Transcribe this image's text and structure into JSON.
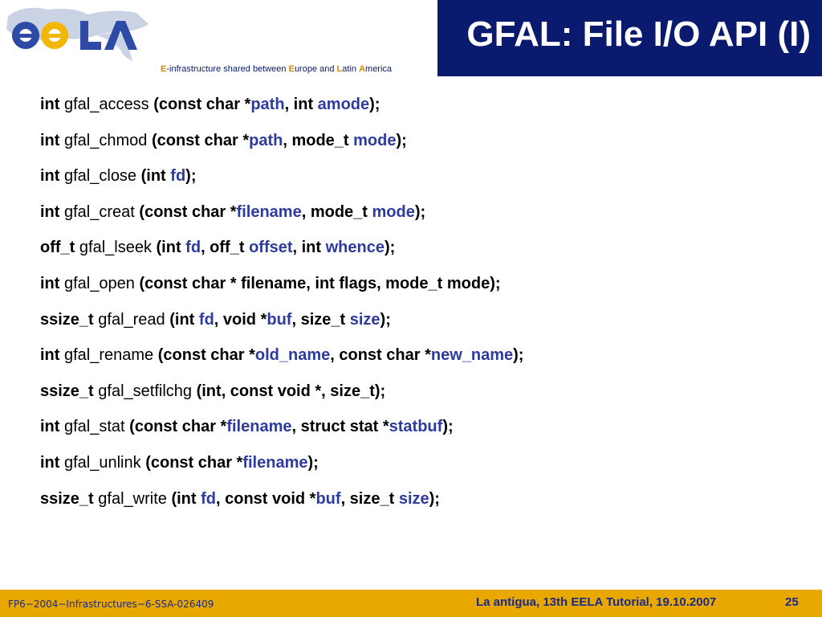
{
  "header": {
    "title": "GFAL: File I/O API (I)",
    "tagline": {
      "e1": "E",
      "t1": "-infrastructure shared between ",
      "e2": "E",
      "t2": "urope and ",
      "l1": "L",
      "t3": "atin ",
      "a1": "A",
      "t4": "merica"
    },
    "logo_text": "ee la"
  },
  "lines": [
    {
      "ret": "int",
      "fn": "gfal_access",
      "sig": [
        [
          "(const char *",
          0
        ],
        [
          "path",
          1
        ],
        [
          ", int ",
          0
        ],
        [
          "amode",
          1
        ],
        [
          ");",
          0
        ]
      ]
    },
    {
      "ret": "int",
      "fn": "gfal_chmod",
      "sig": [
        [
          "(const char *",
          0
        ],
        [
          "path",
          1
        ],
        [
          ", mode_t ",
          0
        ],
        [
          "mode",
          1
        ],
        [
          ");",
          0
        ]
      ]
    },
    {
      "ret": "int",
      "fn": "gfal_close",
      "sig": [
        [
          "(int ",
          0
        ],
        [
          "fd",
          1
        ],
        [
          ");",
          0
        ]
      ]
    },
    {
      "ret": "int",
      "fn": "gfal_creat",
      "sig": [
        [
          "(const char *",
          0
        ],
        [
          "filename",
          1
        ],
        [
          ", mode_t ",
          0
        ],
        [
          "mode",
          1
        ],
        [
          ");",
          0
        ]
      ]
    },
    {
      "ret": "off_t",
      "fn": "gfal_lseek",
      "sig": [
        [
          "(int ",
          0
        ],
        [
          "fd",
          1
        ],
        [
          ", off_t ",
          0
        ],
        [
          "offset",
          1
        ],
        [
          ", int ",
          0
        ],
        [
          "whence",
          1
        ],
        [
          ");",
          0
        ]
      ]
    },
    {
      "ret": "int",
      "fn": "gfal_open",
      "sig": [
        [
          "(const char * filename, int flags, mode_t mode);",
          0
        ]
      ]
    },
    {
      "ret": "ssize_t",
      "fn": "gfal_read",
      "sig": [
        [
          "(int ",
          0
        ],
        [
          "fd",
          1
        ],
        [
          ", void *",
          0
        ],
        [
          "buf",
          1
        ],
        [
          ", size_t ",
          0
        ],
        [
          "size",
          1
        ],
        [
          ");",
          0
        ]
      ]
    },
    {
      "ret": "int",
      "fn": "gfal_rename",
      "sig": [
        [
          "(const char *",
          0
        ],
        [
          "old_name",
          1
        ],
        [
          ", const char *",
          0
        ],
        [
          "new_name",
          1
        ],
        [
          ");",
          0
        ]
      ]
    },
    {
      "ret": "ssize_t",
      "fn": "gfal_setfilchg",
      "sig": [
        [
          "(int, const void *, size_t);",
          0
        ]
      ]
    },
    {
      "ret": "int",
      "fn": "gfal_stat",
      "sig": [
        [
          "(const char *",
          0
        ],
        [
          "filename",
          1
        ],
        [
          ", struct stat *",
          0
        ],
        [
          "statbuf",
          1
        ],
        [
          ");",
          0
        ]
      ]
    },
    {
      "ret": "int",
      "fn": "gfal_unlink",
      "sig": [
        [
          "(const char *",
          0
        ],
        [
          "filename",
          1
        ],
        [
          ");",
          0
        ]
      ]
    },
    {
      "ret": "ssize_t",
      "fn": "gfal_write",
      "sig": [
        [
          "(int ",
          0
        ],
        [
          "fd",
          1
        ],
        [
          ", const void *",
          0
        ],
        [
          "buf",
          1
        ],
        [
          ", size_t ",
          0
        ],
        [
          "size",
          1
        ],
        [
          ");",
          0
        ]
      ]
    }
  ],
  "footer": {
    "left": "FP6−2004−Infrastructures−6-SSA-026409",
    "right": "La antigua, 13th EELA Tutorial, 19.10.2007",
    "page": "25"
  },
  "colors": {
    "header_bg": "#0a1a6e",
    "param": "#2e3b9e",
    "footer_bg": "#e8a800",
    "accent": "#d18a00"
  }
}
